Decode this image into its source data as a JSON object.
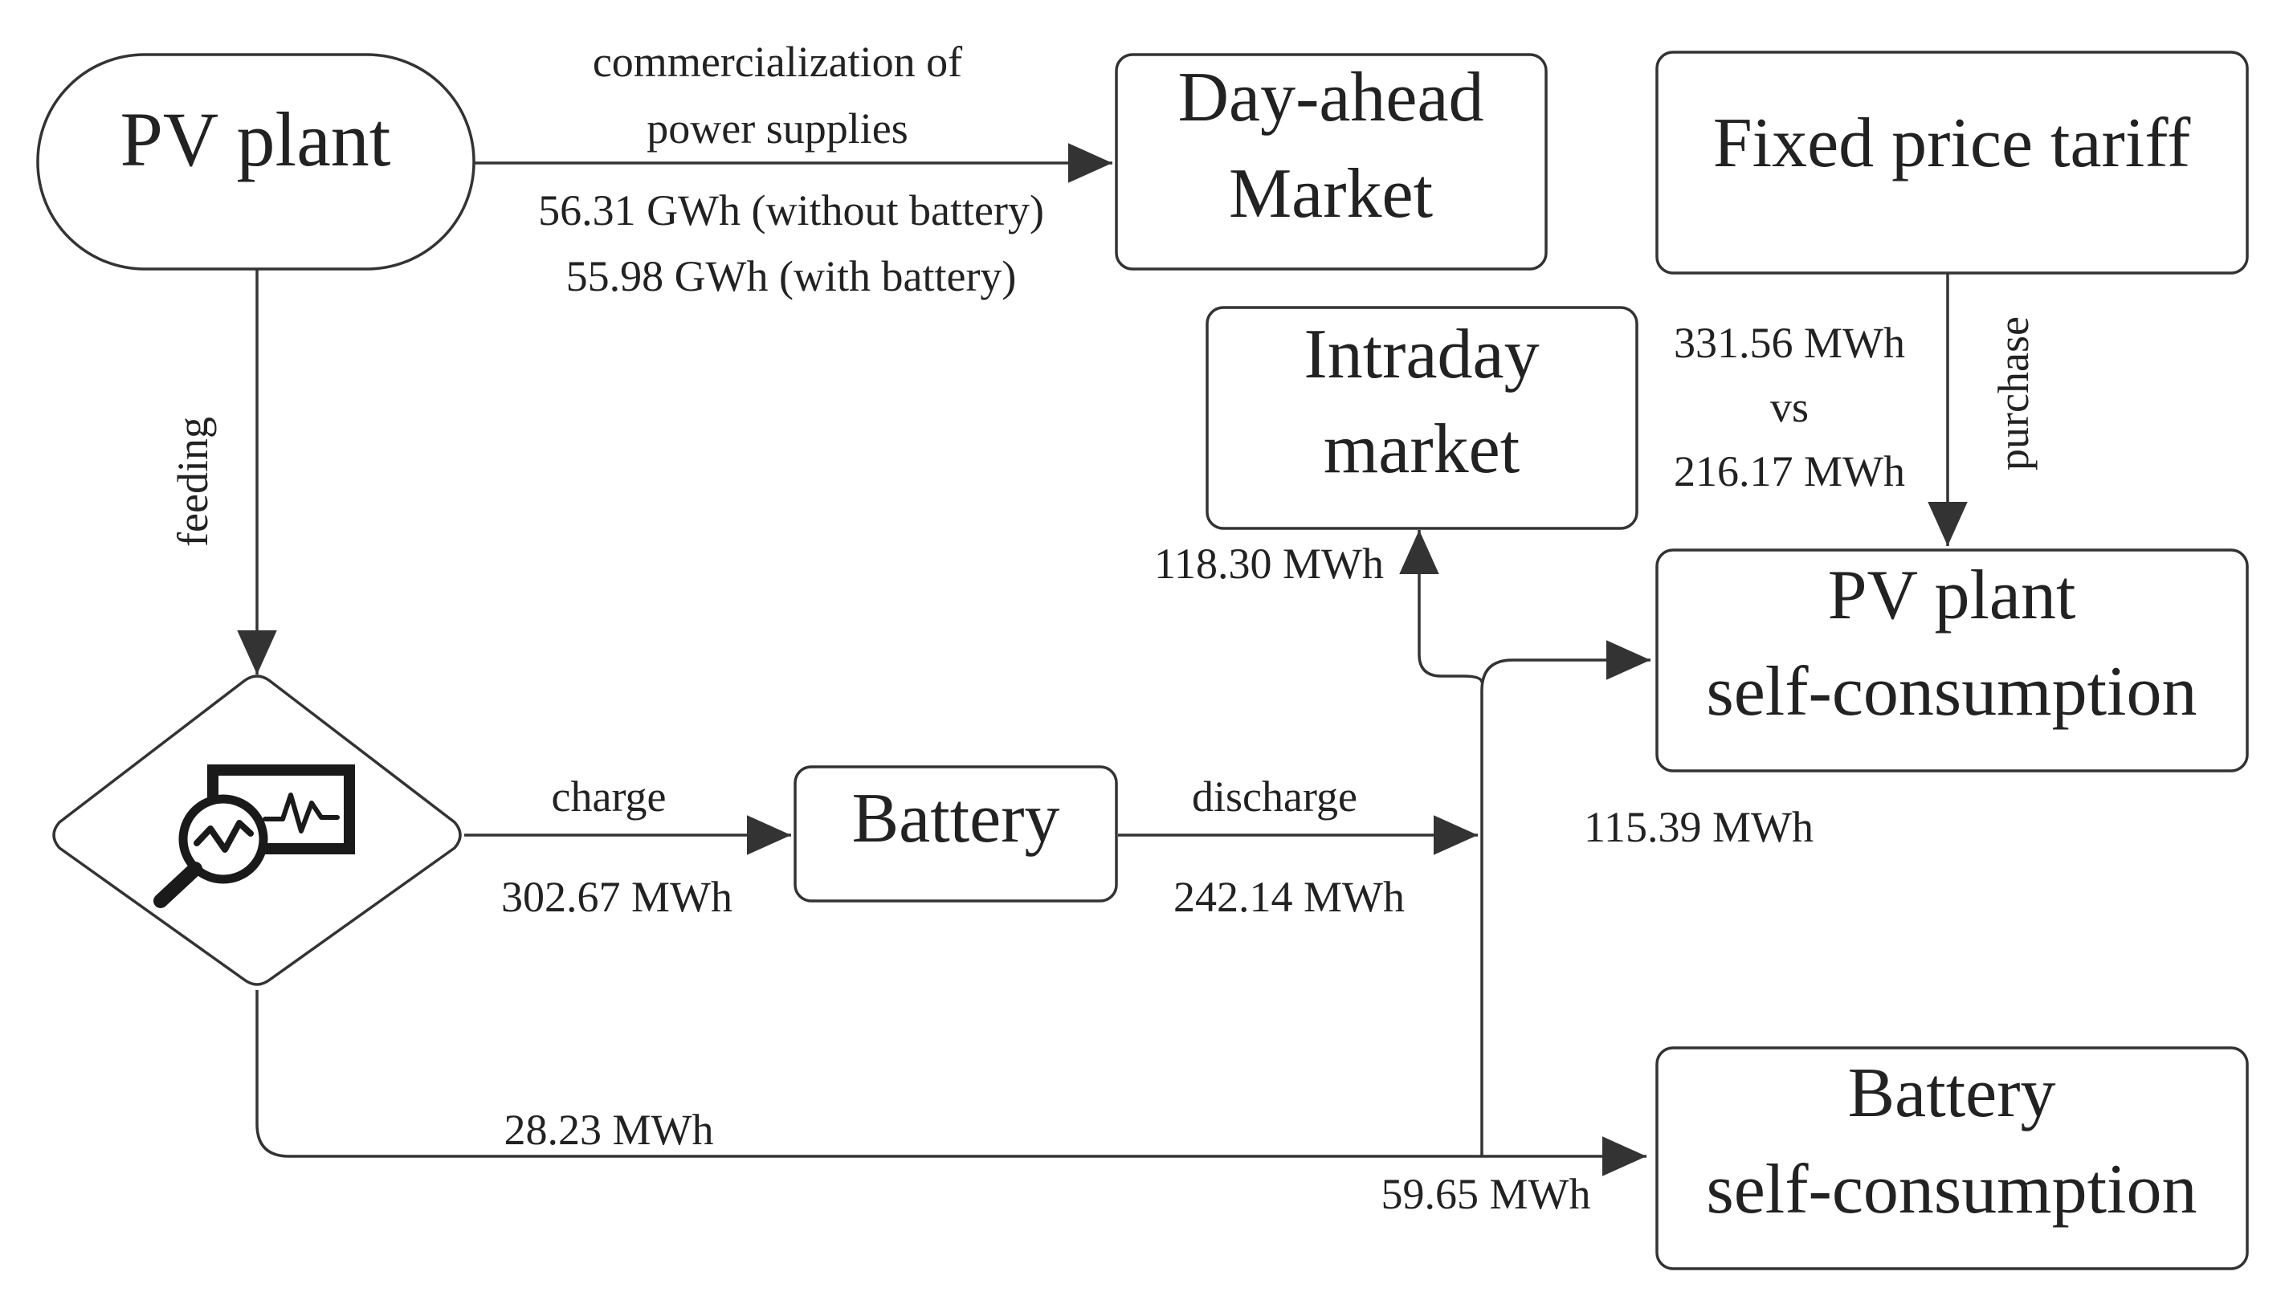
{
  "nodes": {
    "pv_plant": "PV plant",
    "day_ahead": [
      "Day-ahead",
      "Market"
    ],
    "fixed_tariff": "Fixed price tariff",
    "intraday": [
      "Intraday",
      "market"
    ],
    "pv_self": [
      "PV plant",
      "self-consumption"
    ],
    "battery": "Battery",
    "battery_self": [
      "Battery",
      "self-consumption"
    ]
  },
  "icons": {
    "decision": "monitoring-chart-magnifier-icon"
  },
  "edges": {
    "commercialization": [
      "commercialization of",
      "power supplies"
    ],
    "da_volume": [
      "56.31 GWh (without battery)",
      "55.98 GWh (with battery)"
    ],
    "feeding": "feeding",
    "purchase": "purchase",
    "purchase_values": [
      "331.56 MWh",
      "vs",
      "216.17 MWh"
    ],
    "intraday_value": "118.30 MWh",
    "pv_self_value": "115.39 MWh",
    "charge": "charge",
    "charge_value": "302.67 MWh",
    "discharge": "discharge",
    "discharge_value": "242.14 MWh",
    "direct_value": "28.23 MWh",
    "battery_self_value": "59.65 MWh"
  }
}
